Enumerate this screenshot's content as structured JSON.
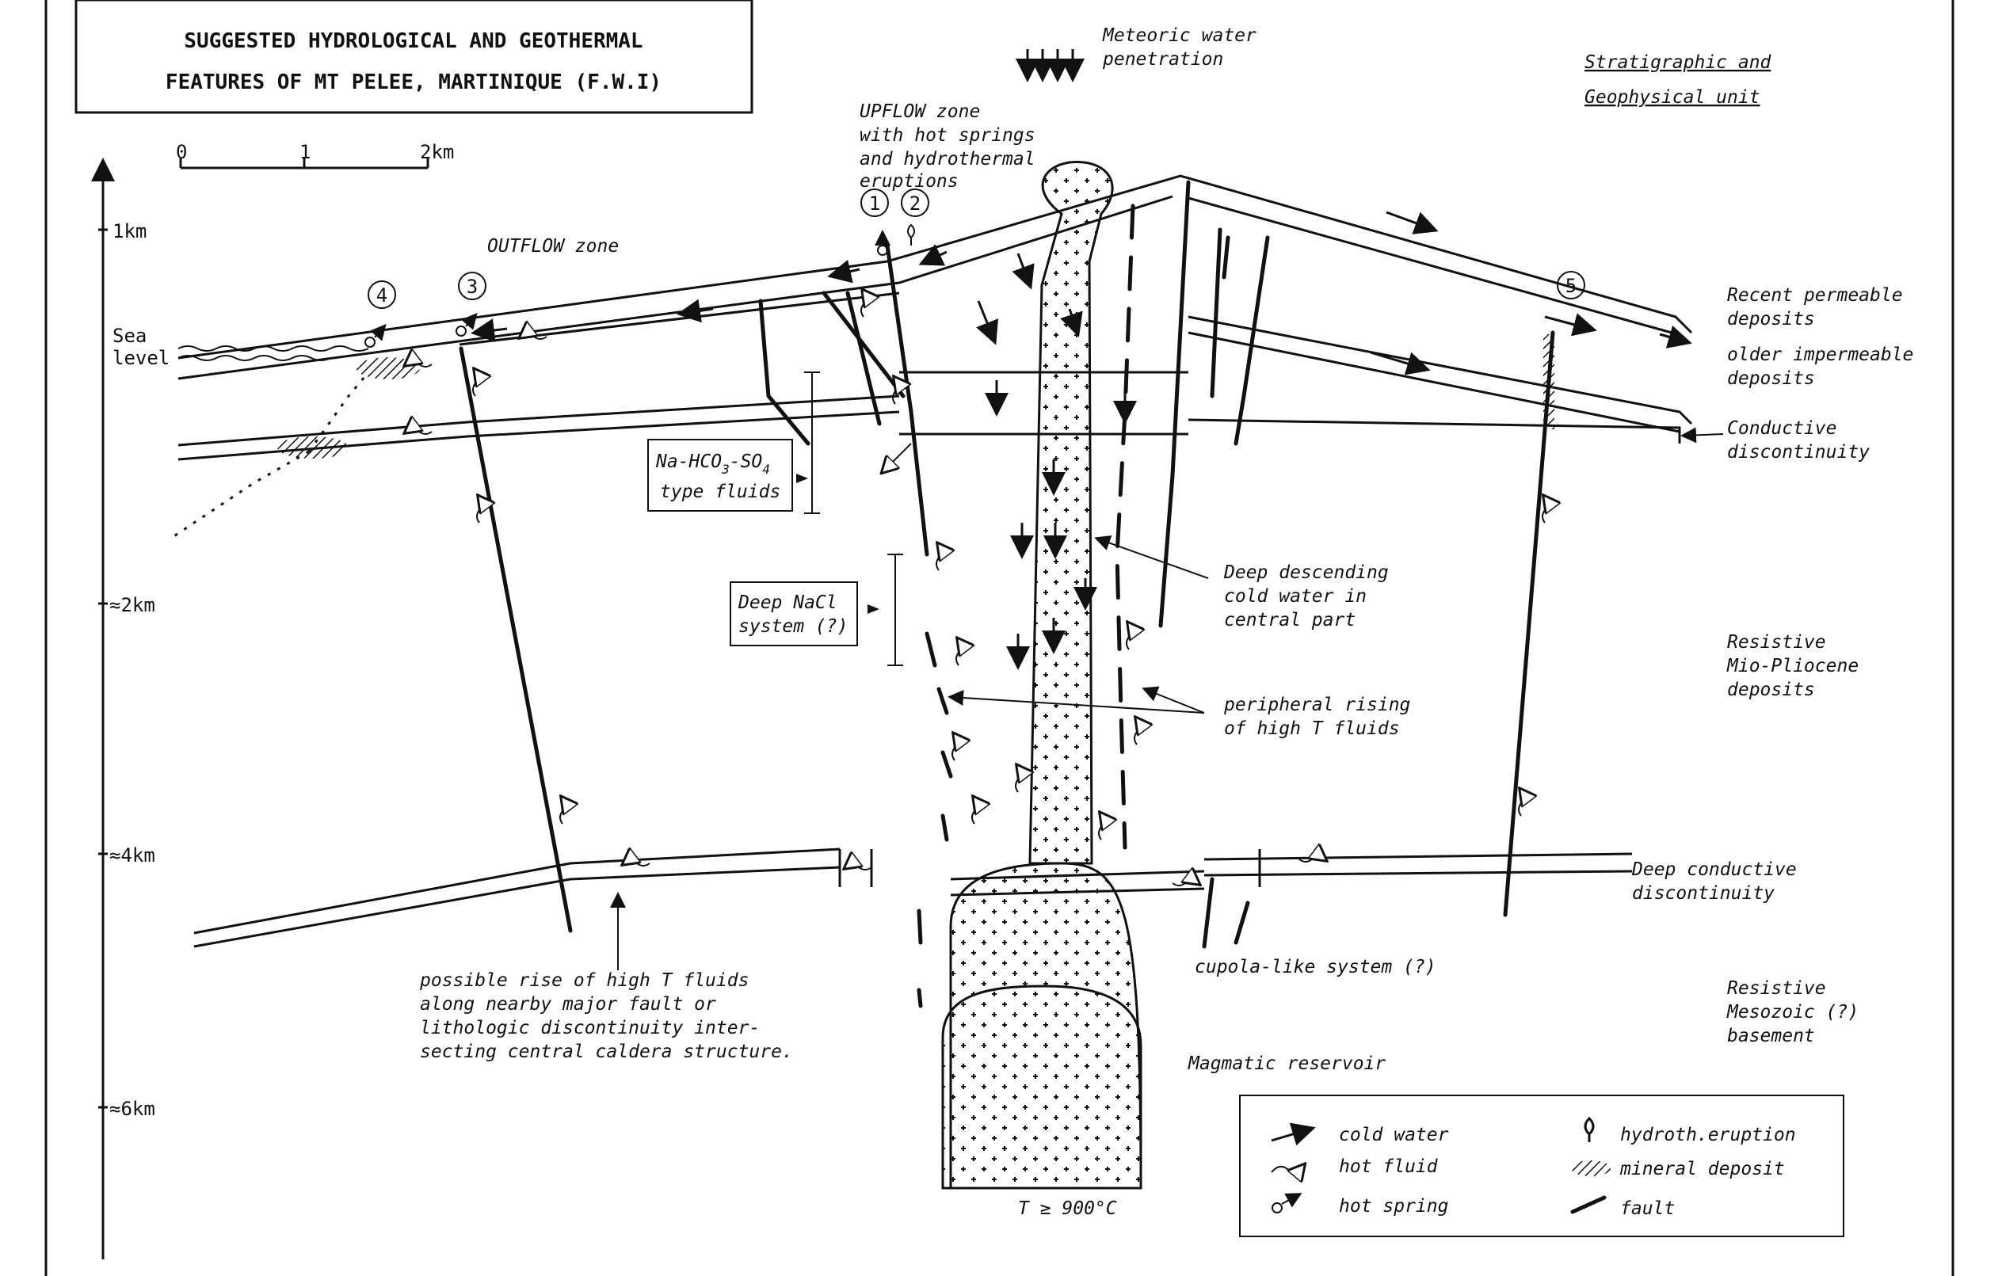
{
  "title": {
    "line1": "SUGGESTED HYDROLOGICAL AND GEOTHERMAL",
    "line2": "FEATURES OF MT PELEE, MARTINIQUE (F.W.I)"
  },
  "meteoric": {
    "line1": "Meteoric water",
    "line2": "penetration"
  },
  "strat": {
    "line1": "Stratigraphic and",
    "line2": "Geophysical unit"
  },
  "scale": {
    "t0": "0",
    "t1": "1",
    "t2": "2km"
  },
  "depth": {
    "d1": "1km",
    "sea1": "Sea",
    "sea2": "level",
    "d2": "≈2km",
    "d4": "≈4km",
    "d6": "≈6km"
  },
  "upflow": {
    "line1": "UPFLOW zone",
    "line2": "with hot springs",
    "line3": "and hydrothermal",
    "line4": "eruptions"
  },
  "outflow": "OUTFLOW zone",
  "markers": {
    "m1": "1",
    "m2": "2",
    "m3": "3",
    "m4": "4",
    "m5": "5"
  },
  "units": {
    "recent1": "Recent permeable",
    "recent2": "deposits",
    "older1": "older impermeable",
    "older2": "deposits",
    "cond1": "Conductive",
    "cond2": "discontinuity",
    "mio1": "Resistive",
    "mio2": "Mio-Pliocene",
    "mio3": "deposits",
    "deep1": "Deep conductive",
    "deep2": "discontinuity",
    "meso1": "Resistive",
    "meso2": "Mesozoic (?)",
    "meso3": "basement"
  },
  "boxes": {
    "na1": "Na-HCO",
    "na_sub1": "3",
    "na_mid": "-SO",
    "na_sub2": "4",
    "na2": "type fluids",
    "nacl1": "Deep NaCl",
    "nacl2": "system (?)"
  },
  "notes": {
    "descend1": "Deep descending",
    "descend2": "cold water in",
    "descend3": "central part",
    "rising1": "peripheral rising",
    "rising2": "of high T fluids",
    "rise1": "possible rise of high T fluids",
    "rise2": "along nearby major fault or",
    "rise3": "lithologic discontinuity inter-",
    "rise4": "secting central caldera structure.",
    "cupola": "cupola-like system (?)",
    "magma": "Magmatic reservoir",
    "temp": "T ≥ 900°C"
  },
  "legend": {
    "cold": "cold water",
    "hot": "hot fluid",
    "spring": "hot spring",
    "erupt": "hydroth.eruption",
    "mineral": "mineral deposit",
    "fault": "fault"
  }
}
